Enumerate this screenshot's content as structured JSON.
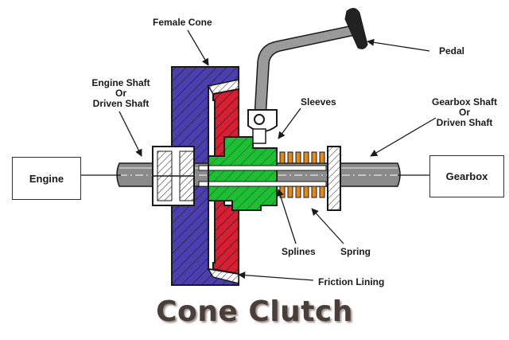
{
  "title": "Cone Clutch",
  "boxes": {
    "engine": "Engine",
    "gearbox": "Gearbox"
  },
  "labels": {
    "female_cone": "Female Cone",
    "pedal": "Pedal",
    "engine_shaft": [
      "Engine Shaft",
      "Or",
      "Driven Shaft"
    ],
    "gearbox_shaft": [
      "Gearbox Shaft",
      "Or",
      "Driven Shaft"
    ],
    "sleeves": "Sleeves",
    "splines": "Splines",
    "spring": "Spring",
    "friction_lining": "Friction Lining"
  },
  "colors": {
    "female_cone": "#4b3fb0",
    "male_cone": "#d61f33",
    "sleeve": "#1fbf35",
    "spring": "#e08a1a",
    "shaft": "#8a8a8a",
    "pedal_grip": "#222222",
    "title": "#4a3e3a"
  }
}
